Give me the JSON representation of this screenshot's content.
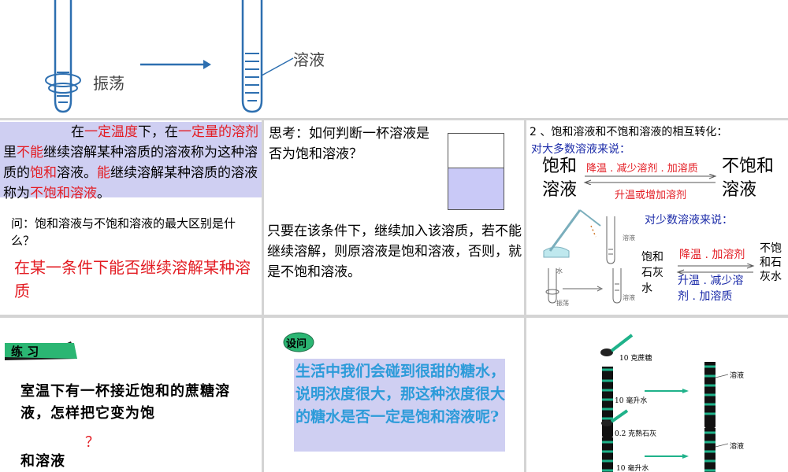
{
  "top": {
    "label_shake": "振荡",
    "label_solution": "溶液"
  },
  "p1": {
    "def_parts": [
      "在",
      "一定温度",
      "下，在",
      "一定量的溶剂",
      "里",
      "不能",
      "继续溶解某种溶质的溶液称为这种溶质的",
      "饱和",
      "溶液。",
      "能",
      "继续溶解某种溶质的溶液称为",
      "不饱和溶液",
      "。"
    ],
    "question": "问：饱和溶液与不饱和溶液的最大区别是什么？",
    "answer": "在某一条件下能否继续溶解某种溶质"
  },
  "p2": {
    "think": "思考：如何判断一杯溶液是否为饱和溶液？",
    "answer": "只要在该条件下，继续加入该溶质，若不能继续溶解，则原溶液是饱和溶液，否则，就是不饱和溶液。"
  },
  "p3": {
    "title": "2 、饱和溶液和不饱和溶液的相互转化：",
    "most_label": "对大多数溶液来说：",
    "sat_line1": "饱和",
    "sat_line2": "溶液",
    "arrow_top": "降温 . 减少溶剂 . 加溶质",
    "arrow_bottom": "升温或增加溶剂",
    "unsat_line1": "不饱和",
    "unsat_line2": "溶液",
    "few_label": "对少数溶液来说：",
    "lime_sat": "饱和石灰水",
    "lime_top": "降温 . 加溶剂",
    "lime_bottom": "升温 . 减少溶剂 . 加溶质",
    "lime_unsat": "不饱和石灰水",
    "img_water": "水",
    "img_shake": "振荡",
    "img_sol1": "溶液",
    "img_sol2": "溶液"
  },
  "p4": {
    "badge": "练 习",
    "text": "室温下有一杯接近饱和的蔗糖溶液，怎样把它变为饱",
    "text2": "和溶液",
    "qmark": "？"
  },
  "p5": {
    "badge": "设问",
    "text": "生活中我们会碰到很甜的糖水，说明浓度很大，那这种浓度很大的糖水是否一定是饱和溶液呢?"
  },
  "p6": {
    "sugar": "10 克蔗糖",
    "water1": "10 毫升水",
    "sol1": "溶液",
    "lime": "0.2 克熟石灰",
    "water2": "10 毫升水",
    "sol2": "溶液"
  },
  "colors": {
    "red": "#e31c23",
    "blue": "#1a2aa8",
    "def_bg": "#cfcff2",
    "green": "#1fb28a"
  }
}
